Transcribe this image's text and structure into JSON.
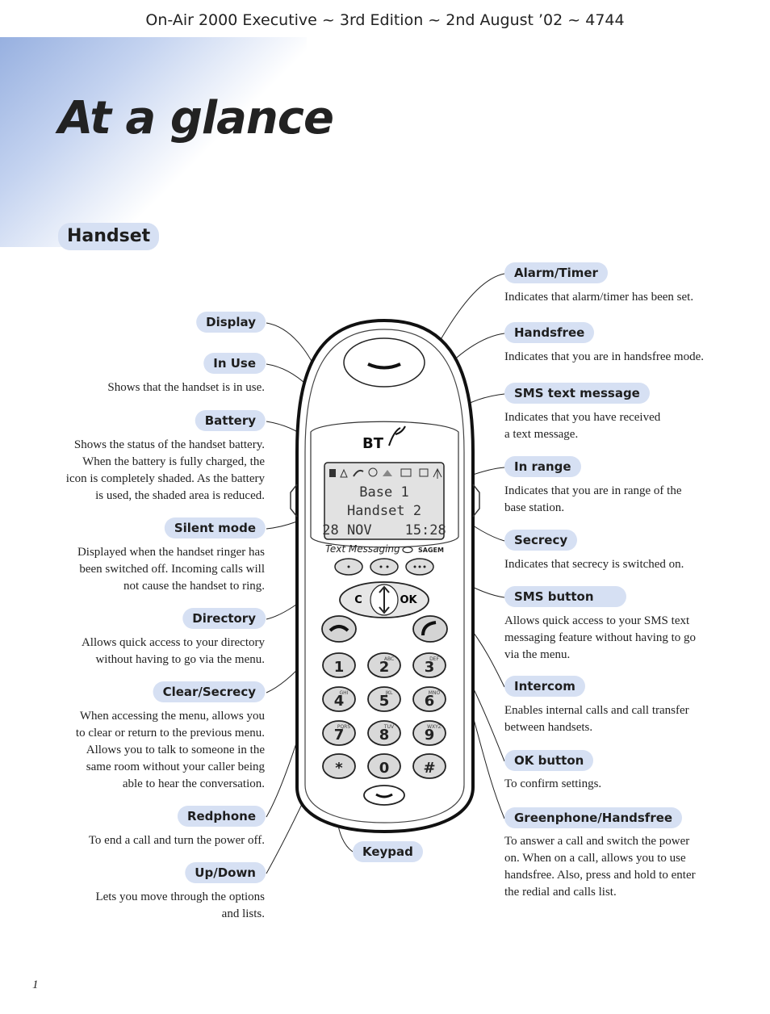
{
  "header": "On-Air 2000 Executive ~ 3rd Edition ~ 2nd August ’02 ~ 4744",
  "title": "At a glance",
  "section": "Handset",
  "page_number": "1",
  "left": [
    {
      "label": "Display",
      "desc": ""
    },
    {
      "label": "In Use",
      "desc": "Shows that the handset is in use."
    },
    {
      "label": "Battery",
      "desc": "Shows the status of the handset battery.\nWhen the battery is fully charged, the\nicon is completely shaded. As the battery\nis used, the shaded area is reduced."
    },
    {
      "label": "Silent mode",
      "desc": "Displayed when the handset ringer has\nbeen switched off. Incoming calls will\nnot cause the handset to ring."
    },
    {
      "label": "Directory",
      "desc": "Allows quick access to your directory\nwithout having to go via the menu."
    },
    {
      "label": "Clear/Secrecy",
      "desc": "When accessing the menu, allows you\nto clear or return to the previous menu.\nAllows you to talk to someone in the\nsame room without your caller being\nable to hear the conversation."
    },
    {
      "label": "Redphone",
      "desc": "To end a call and turn the power off."
    },
    {
      "label": "Up/Down",
      "desc": "Lets you move through the options\nand lists."
    }
  ],
  "right": [
    {
      "label": "Alarm/Timer",
      "desc": "Indicates that alarm/timer has been set."
    },
    {
      "label": "Handsfree",
      "desc": "Indicates that you are in handsfree mode."
    },
    {
      "label": "SMS text message",
      "desc": "Indicates that you have received\na text message."
    },
    {
      "label": "In range",
      "desc": "Indicates that you are in range of the\nbase station."
    },
    {
      "label": "Secrecy",
      "desc": "Indicates that secrecy is switched on."
    },
    {
      "label": "SMS button",
      "desc": "Allows quick access to your SMS text\nmessaging feature without having to go\nvia the menu."
    },
    {
      "label": "Intercom",
      "desc": "Enables internal calls and call transfer\nbetween handsets."
    },
    {
      "label": "OK button",
      "desc": "To confirm settings."
    },
    {
      "label": "Greenphone/Handsfree",
      "desc": "To answer a call and switch the power\non. When on a call, allows you to use\nhandsfree. Also, press and hold to enter\nthe redial and calls list."
    }
  ],
  "keypad_label": "Keypad",
  "phone": {
    "brand": "BT",
    "maker": "SAGEM",
    "lcd_lines": [
      "Base 1",
      "Handset 2",
      "28 NOV    15:28"
    ],
    "text_messaging": "Text Messaging",
    "nav": {
      "clear": "C",
      "ok": "OK"
    },
    "keys": [
      {
        "digit": "1",
        "letters": ""
      },
      {
        "digit": "2",
        "letters": "ABC"
      },
      {
        "digit": "3",
        "letters": "DEF"
      },
      {
        "digit": "4",
        "letters": "GHI"
      },
      {
        "digit": "5",
        "letters": "JKL"
      },
      {
        "digit": "6",
        "letters": "MNO"
      },
      {
        "digit": "7",
        "letters": "PQRS"
      },
      {
        "digit": "8",
        "letters": "TUV"
      },
      {
        "digit": "9",
        "letters": "WXYZ"
      },
      {
        "digit": "*",
        "letters": ""
      },
      {
        "digit": "0",
        "letters": ""
      },
      {
        "digit": "#",
        "letters": ""
      }
    ]
  },
  "colors": {
    "pill": "#d6e0f3",
    "gradient": "#97b0e0"
  }
}
